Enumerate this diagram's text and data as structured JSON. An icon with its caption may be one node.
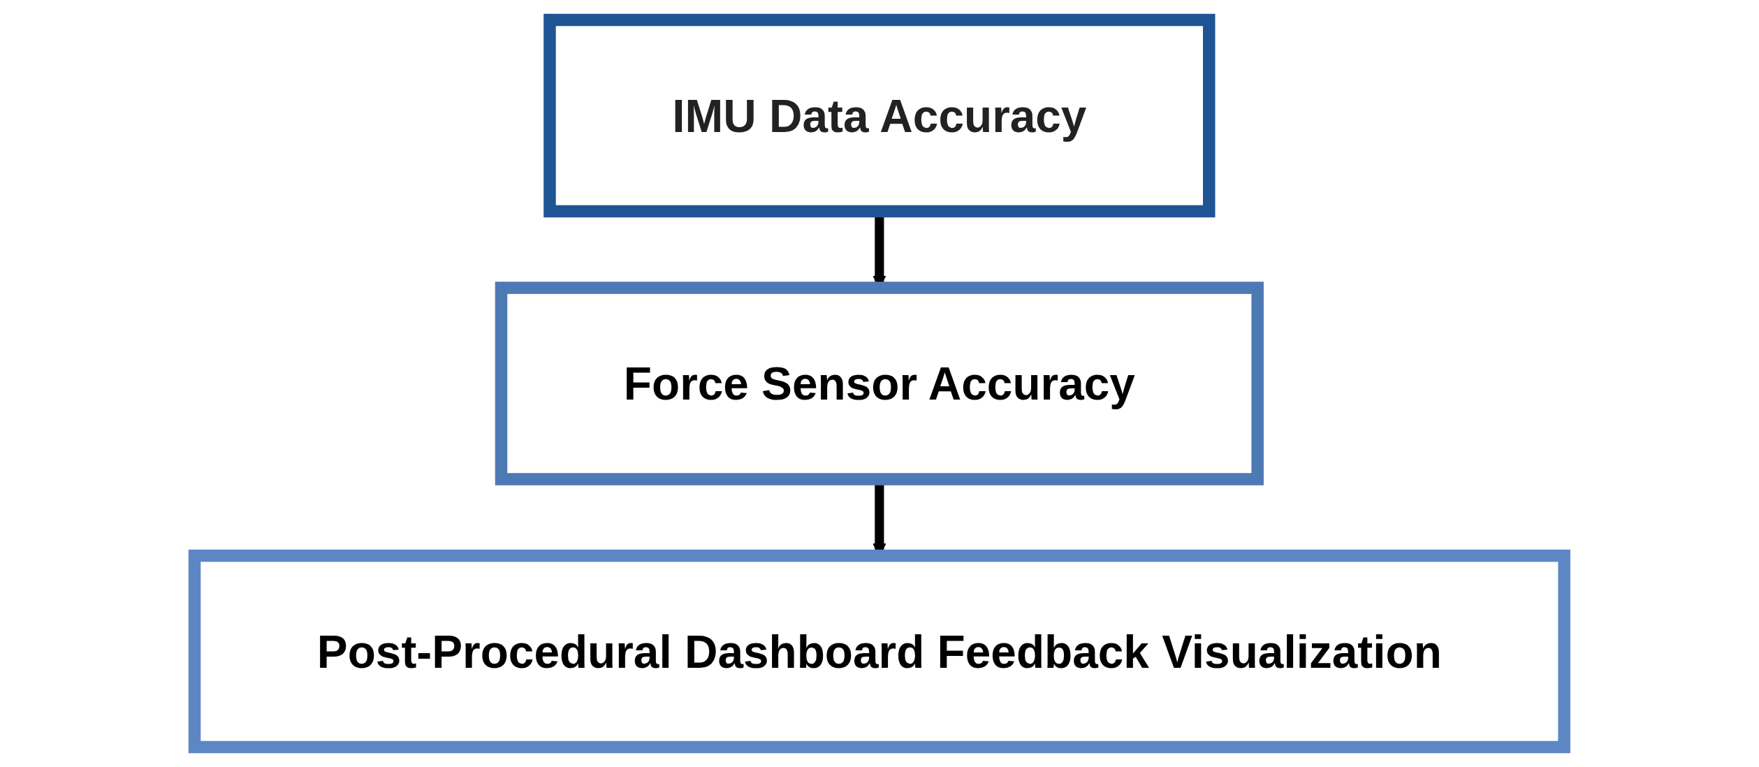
{
  "diagram": {
    "nodes": [
      {
        "text": [
          "IMU Data Accuracy"
        ]
      },
      {
        "text": [
          "Force Sensor Accuracy"
        ]
      },
      {
        "text": [
          "Post-Procedural Dashboard Feedback Visualization"
        ]
      }
    ],
    "edges": [
      {
        "from": 0,
        "to": 1,
        "arrow": "to"
      },
      {
        "from": 1,
        "to": 2,
        "arrow": "to"
      }
    ]
  }
}
